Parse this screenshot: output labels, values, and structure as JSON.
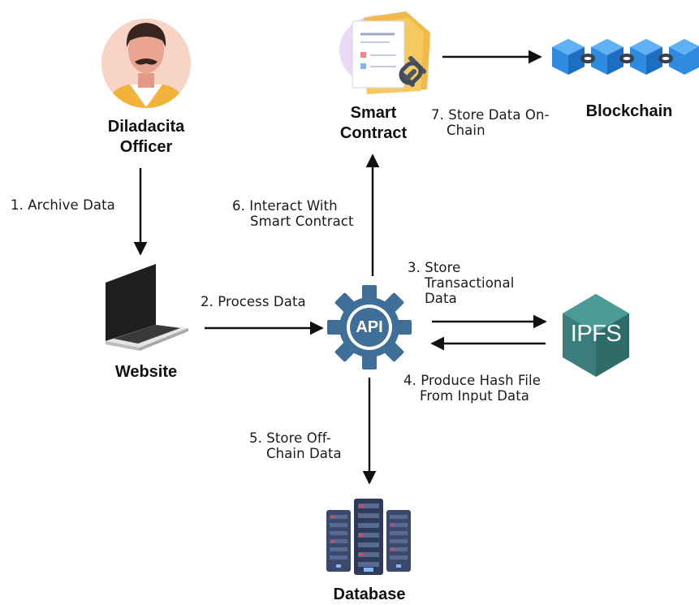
{
  "nodes": {
    "officer": {
      "line1": "Diladacita",
      "line2": "Officer"
    },
    "website": {
      "title": "Website"
    },
    "api": {
      "badge": "API"
    },
    "smart_contract": {
      "line1": "Smart",
      "line2": "Contract"
    },
    "blockchain": {
      "title": "Blockchain"
    },
    "ipfs": {
      "badge": "IPFS"
    },
    "database": {
      "title": "Database"
    }
  },
  "steps": {
    "s1": {
      "line1": "1. Archive Data"
    },
    "s2": {
      "line1": "2. Process Data"
    },
    "s3": {
      "line1": "3. Store",
      "line2": "Transactional",
      "line3": "Data"
    },
    "s4": {
      "line1": "4. Produce Hash File",
      "line2": "From Input Data"
    },
    "s5": {
      "line1": "5. Store Off-",
      "line2": "Chain Data"
    },
    "s6": {
      "line1": "6. Interact With",
      "line2": "Smart Contract"
    },
    "s7": {
      "line1": "7. Store Data On-",
      "line2": "Chain"
    }
  },
  "colors": {
    "arrow": "#111111",
    "api_gear": "#3f6e99",
    "ipfs_hex": "#3a7d7a",
    "blockchain_cube": "#2e8be0",
    "database_rack": "#3b4a6b",
    "officer_skin": "#e9a58f",
    "laptop": "#1e1e1e"
  },
  "icons": [
    "officer-avatar-icon",
    "laptop-icon",
    "api-gear-icon",
    "smart-contract-icon",
    "blockchain-icon",
    "ipfs-icon",
    "database-icon"
  ]
}
